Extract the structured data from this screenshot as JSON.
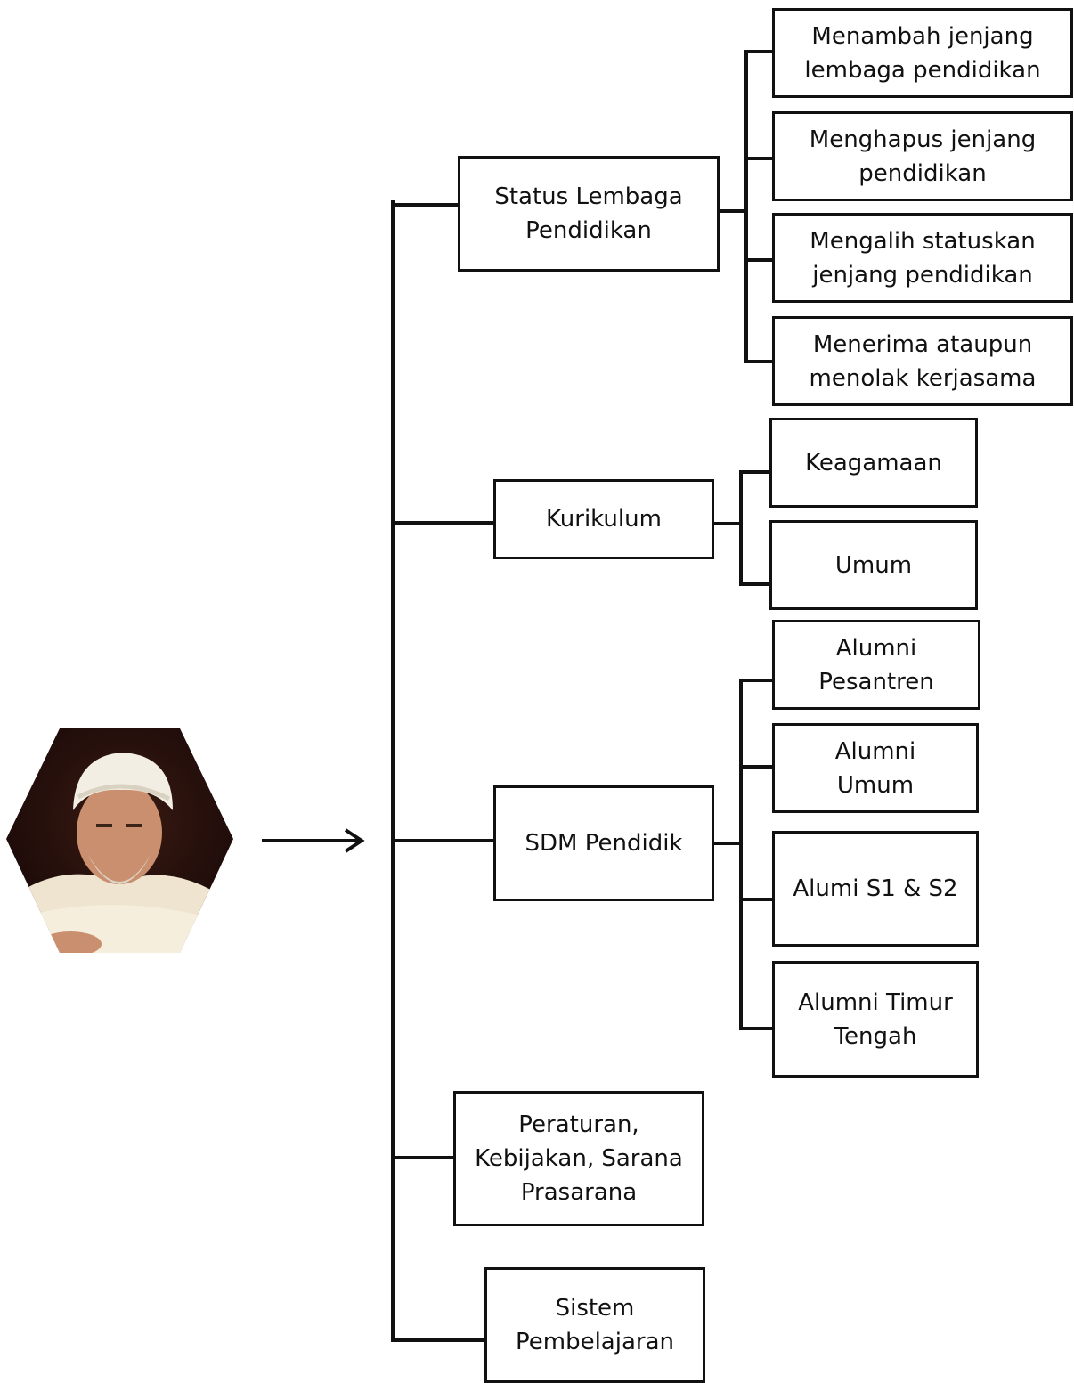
{
  "portrait": {
    "icon": "portrait-photo-icon"
  },
  "arrow": {
    "icon": "arrow-right-icon"
  },
  "categories": [
    {
      "label": "Status Lembaga\nPendidikan",
      "children": [
        "Menambah jenjang\nlembaga pendidikan",
        "Menghapus jenjang\npendidikan",
        "Mengalih statuskan\njenjang pendidikan",
        "Menerima ataupun\nmenolak kerjasama"
      ]
    },
    {
      "label": "Kurikulum",
      "children": [
        "Keagamaan",
        "Umum"
      ]
    },
    {
      "label": "SDM Pendidik",
      "children": [
        "Alumni\nPesantren",
        "Alumni\nUmum",
        "Alumi S1 & S2",
        "Alumni Timur\nTengah"
      ]
    },
    {
      "label": "Peraturan,\nKebijakan, Sarana\nPrasarana",
      "children": []
    },
    {
      "label": "Sistem\nPembelajaran",
      "children": []
    }
  ]
}
